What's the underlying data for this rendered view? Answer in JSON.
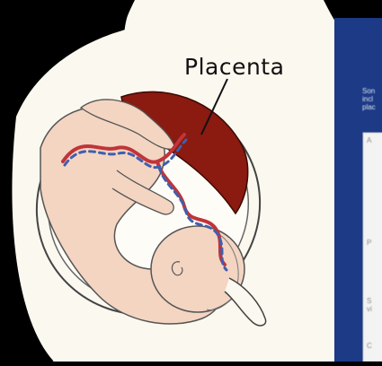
{
  "diagram": {
    "label": "Placenta"
  },
  "side_panel": {
    "header_lines": [
      "Son",
      "incl",
      "plac"
    ],
    "card_lines": [
      "A",
      "P",
      "S",
      "vi",
      "C"
    ],
    "colors": {
      "panel_bg": "#1c3a86",
      "card_bg": "#f3f3f3"
    }
  },
  "colors": {
    "placenta": "#8b1a10",
    "skin": "#f3d5c2",
    "background_light": "#fbf8ef",
    "vessel_red": "#c0343a",
    "vessel_blue": "#3f5fb0"
  }
}
